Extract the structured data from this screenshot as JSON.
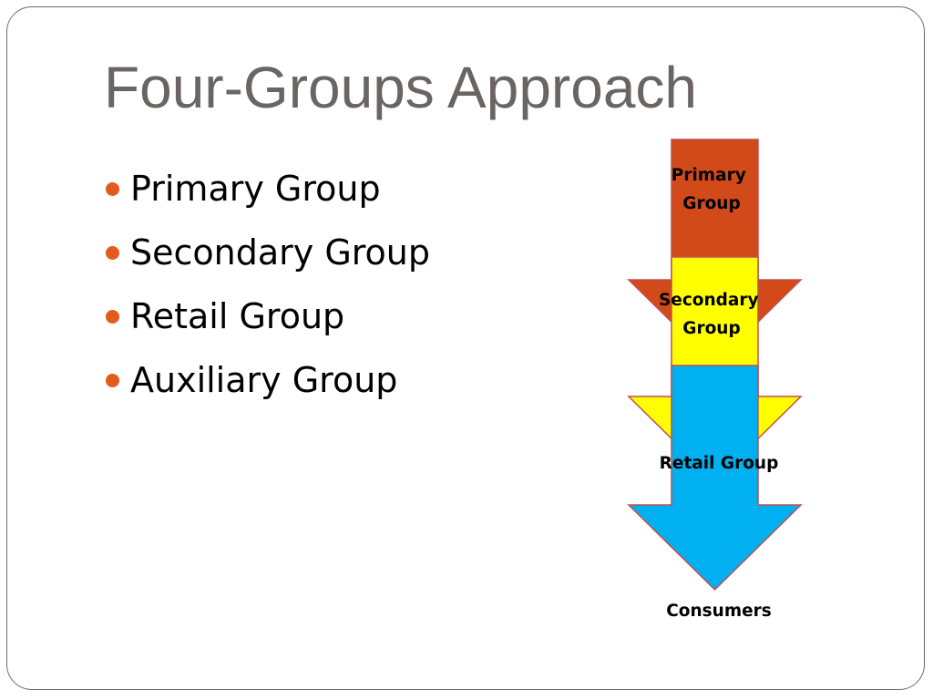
{
  "slide": {
    "title": "Four-Groups Approach",
    "bullets": [
      "Primary Group",
      "Secondary Group",
      "Retail Group",
      "Auxiliary Group"
    ]
  },
  "flow": {
    "stages": [
      {
        "line1": "Primary",
        "line2": "Group",
        "color": "#d24a1a"
      },
      {
        "line1": "Secondary",
        "line2": "Group",
        "color": "#ffff00"
      },
      {
        "line1": "Retail Group",
        "line2": "",
        "color": "#00b0f0"
      }
    ],
    "endpoint": "Consumers"
  },
  "colors": {
    "bullet": "#e35b1b",
    "title": "#6a6464",
    "outline": "#c0504d"
  }
}
